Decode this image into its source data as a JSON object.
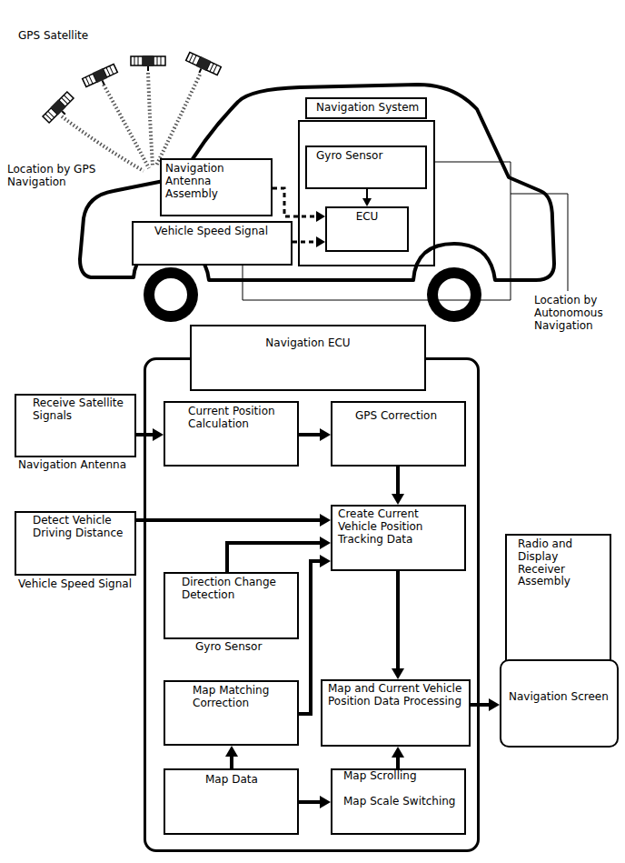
{
  "diagram": {
    "nodes": [
      {
        "text": [
          "Navigation Antenna Assembly"
        ]
      },
      {
        "text": [
          "Vehicle Speed Signal"
        ]
      },
      {
        "text": [
          "Navigation System"
        ]
      },
      {
        "text": [
          "Gyro Sensor"
        ],
        "in": 2
      },
      {
        "text": [
          "ECU"
        ],
        "in": 2
      },
      {
        "text": [
          "Navigation ECU"
        ]
      },
      {
        "text": [
          "Receive Satellite Signals",
          "Navigation Antenna"
        ]
      },
      {
        "text": [
          "Current Position Calculation"
        ],
        "in": 5
      },
      {
        "text": [
          "GPS Correction"
        ],
        "in": 5
      },
      {
        "text": [
          "Detect Vehicle Driving Distance",
          "Vehicle Speed Signal"
        ]
      },
      {
        "text": [
          "Create Current Vehicle Position Tracking Data"
        ],
        "in": 5
      },
      {
        "text": [
          "Direction Change Detection",
          "Gyro Sensor"
        ],
        "in": 5
      },
      {
        "text": [
          "Map Matching Correction"
        ],
        "in": 5
      },
      {
        "text": [
          "Map and Current Vehicle Position Data Processing"
        ],
        "in": 5
      },
      {
        "text": [
          "Map Data"
        ],
        "in": 5
      },
      {
        "text": [
          "Map Scrolling",
          "Map Scale Switching"
        ],
        "in": 5
      },
      {
        "text": [
          "Radio and Display Receiver Assembly"
        ]
      },
      {
        "text": [
          "Navigation Screen"
        ]
      }
    ],
    "edges": [
      {
        "from": 0,
        "to": 4,
        "arrow": "to"
      },
      {
        "from": 1,
        "to": 4,
        "arrow": "to"
      },
      {
        "from": 3,
        "to": 4,
        "arrow": "to"
      },
      {
        "from": 6,
        "to": 7,
        "arrow": "to"
      },
      {
        "from": 7,
        "to": 8,
        "arrow": "to"
      },
      {
        "from": 8,
        "to": 10,
        "arrow": "to"
      },
      {
        "from": 9,
        "to": 10,
        "arrow": "to"
      },
      {
        "from": 11,
        "to": 10,
        "arrow": "to"
      },
      {
        "from": 12,
        "to": 10,
        "arrow": "to"
      },
      {
        "from": 10,
        "to": 13,
        "arrow": "to"
      },
      {
        "from": 14,
        "to": 12,
        "arrow": "to"
      },
      {
        "from": 14,
        "to": 15,
        "arrow": "to"
      },
      {
        "from": 15,
        "to": 13,
        "arrow": "to"
      },
      {
        "from": 13,
        "to": 17,
        "arrow": "to"
      }
    ],
    "labels": [
      "GPS Satellite",
      "Location by GPS Navigation",
      "Location by Autonomous Navigation"
    ]
  }
}
